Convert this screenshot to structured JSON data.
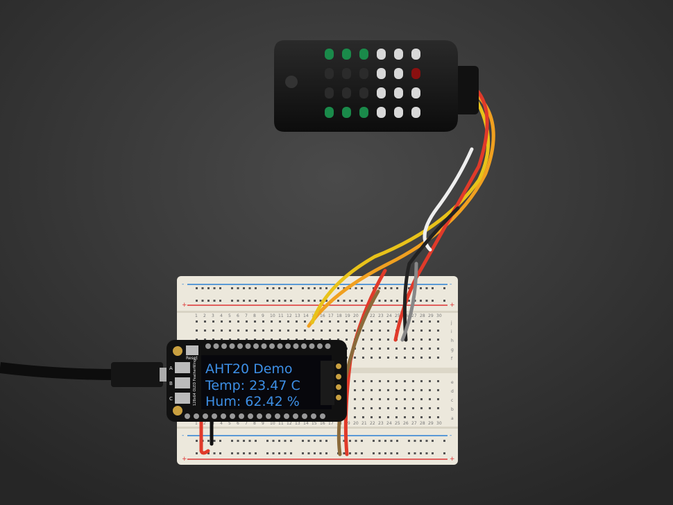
{
  "oled": {
    "line1": "AHT20 Demo",
    "line2": "Temp: 23.47 C",
    "line3": "Hum: 62.42 %",
    "text_color": "#3d8fe6"
  },
  "featherwing": {
    "reset_label": "Reset",
    "button_labels": [
      "A",
      "B",
      "C"
    ],
    "silkscreen": "128x64 OLED FeatherWing"
  },
  "breadboard": {
    "row_letters_top": [
      "j",
      "i",
      "h",
      "g",
      "f"
    ],
    "row_letters_bottom": [
      "e",
      "d",
      "c",
      "b",
      "a"
    ],
    "rail_signs": [
      "+",
      "-"
    ],
    "columns": [
      1,
      2,
      3,
      4,
      5,
      6,
      7,
      8,
      9,
      10,
      11,
      12,
      13,
      14,
      15,
      16,
      17,
      18,
      19,
      20,
      21,
      22,
      23,
      24,
      25,
      26,
      27,
      28,
      29,
      30
    ]
  },
  "colors": {
    "background": "#353535",
    "sensor_housing": "#141414",
    "breadboard": "#ece8dc",
    "rail_red": "#d33",
    "rail_blue": "#2a7fd4",
    "pcb": "#111"
  }
}
